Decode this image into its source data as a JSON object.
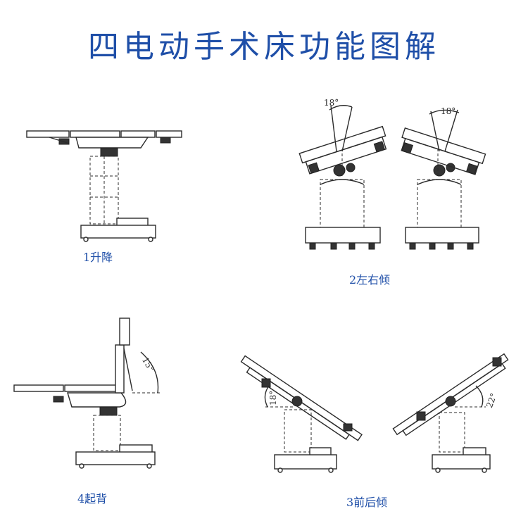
{
  "title": "四电动手术床功能图解",
  "figures": [
    {
      "key": "lift",
      "caption": "1升降"
    },
    {
      "key": "tilt_lr",
      "caption": "2左右倾",
      "angles": [
        "18°",
        "18°"
      ]
    },
    {
      "key": "back",
      "caption": "4起背",
      "angles": [
        "15°"
      ]
    },
    {
      "key": "tilt_fb",
      "caption": "3前后倾",
      "angles": [
        "18°",
        "22°"
      ]
    }
  ],
  "colors": {
    "title": "#1f4fa8",
    "caption": "#1f4fa8",
    "line": "#2b2b2b"
  }
}
